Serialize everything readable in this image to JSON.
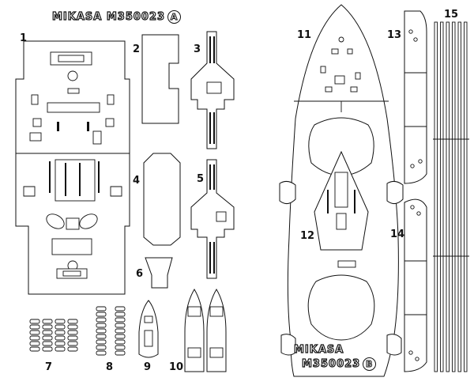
{
  "title_a": {
    "text": "MIKASA M350023",
    "badge": "A"
  },
  "title_b": {
    "line1": "MIKASA",
    "line2": "M350023",
    "badge": "B"
  },
  "part_labels": [
    "1",
    "2",
    "3",
    "4",
    "5",
    "6",
    "7",
    "8",
    "9",
    "10",
    "11",
    "12",
    "13",
    "14",
    "15"
  ],
  "colors": {
    "line": "#111111",
    "paper": "#ffffff"
  }
}
